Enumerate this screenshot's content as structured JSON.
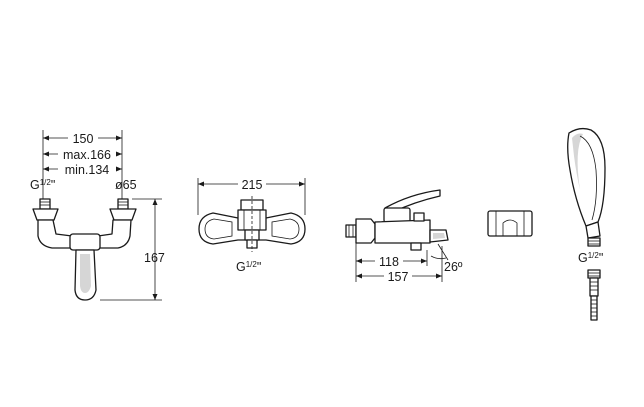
{
  "views": {
    "front": {
      "width_label": "150",
      "max_label": "max.166",
      "min_label": "min.134",
      "thread_g": "G",
      "thread_frac": "1/2",
      "thread_quote": "\"",
      "diameter_label": "ø65",
      "height_label": "167"
    },
    "top": {
      "width_label": "215",
      "thread_g": "G",
      "thread_frac": "1/2",
      "thread_quote": "\""
    },
    "side": {
      "spout_label": "118",
      "total_label": "157",
      "angle_label": "26º"
    },
    "shower": {
      "thread_g": "G",
      "thread_frac": "1/2",
      "thread_quote": "\""
    }
  }
}
